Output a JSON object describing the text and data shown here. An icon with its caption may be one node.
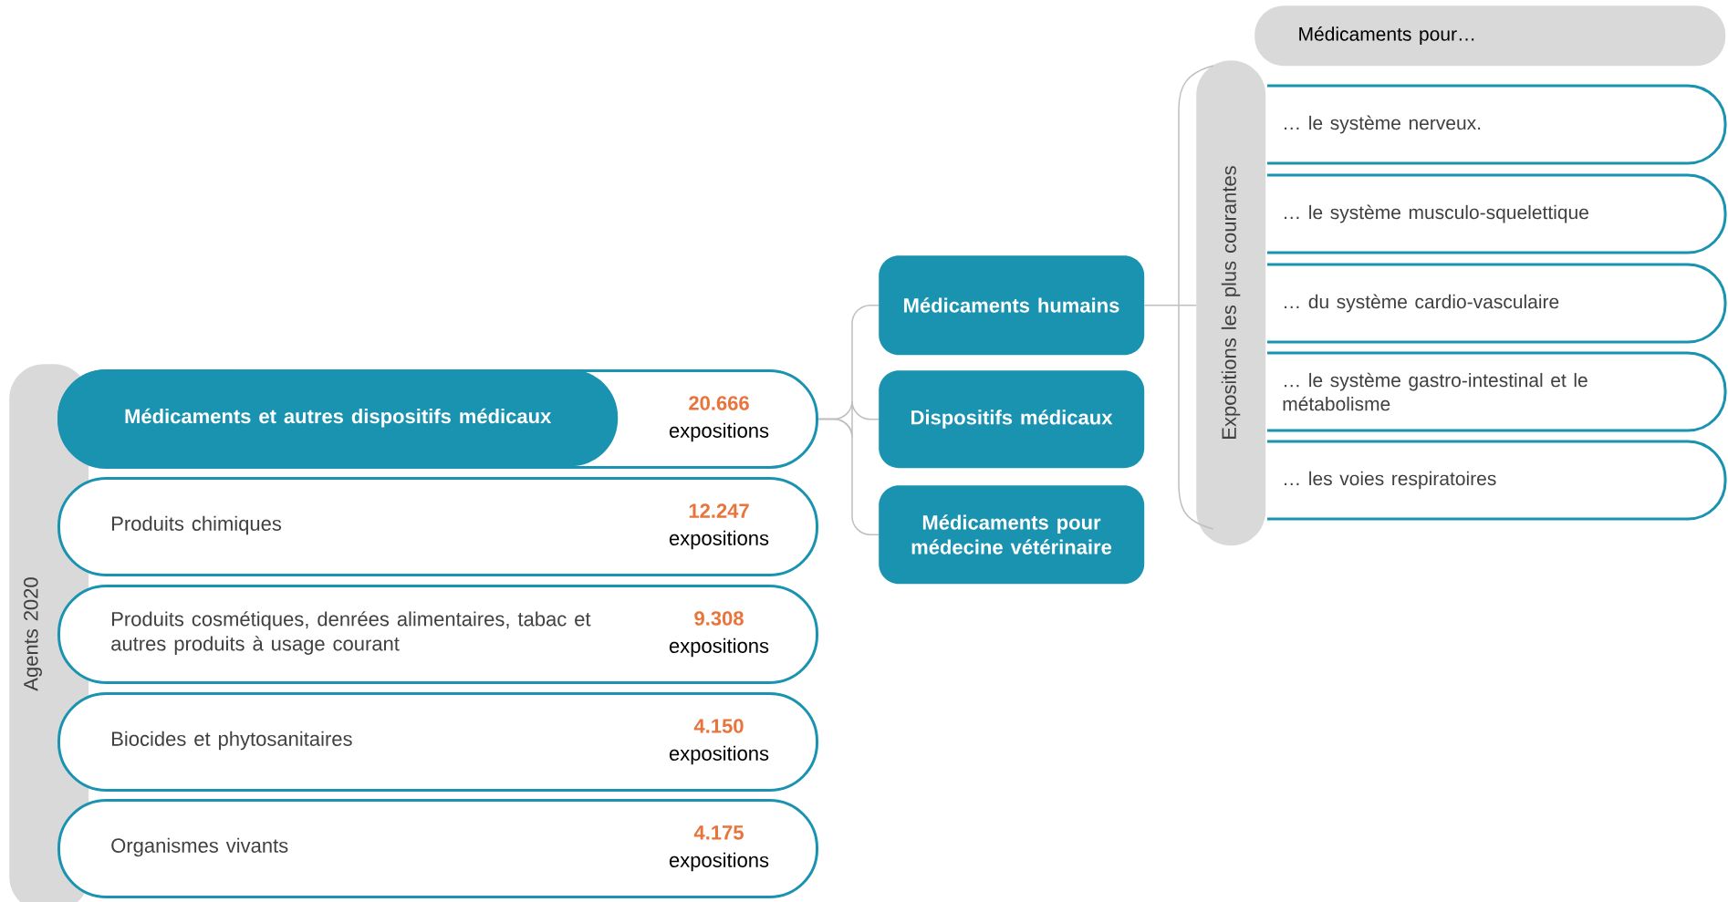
{
  "diagram": {
    "nodes": [
      {
        "text": [
          "Agents 2020"
        ]
      },
      {
        "text": [
          "20.666",
          "expositions"
        ]
      },
      {
        "text": [
          "Médicaments et autres dispositifs médicaux"
        ],
        "in": 1
      },
      {
        "text": [
          "Produits chimiques",
          "12.247",
          "expositions"
        ]
      },
      {
        "text": [
          "Produits cosmétiques, denrées alimentaires, tabac et autres produits à usage courant",
          "9.308",
          "expositions"
        ]
      },
      {
        "text": [
          "Biocides et phytosanitaires",
          "4.150",
          "expositions"
        ]
      },
      {
        "text": [
          "Organismes vivants",
          "4.175",
          "expositions"
        ]
      },
      {
        "text": [
          "Médicaments humains"
        ]
      },
      {
        "text": [
          "Dispositifs médicaux"
        ]
      },
      {
        "text": [
          "Médicaments pour médecine vétérinaire"
        ]
      },
      {
        "text": [
          "Expositions les plus courantes"
        ]
      },
      {
        "text": [
          "Médicaments pour…"
        ]
      },
      {
        "text": [
          "… le système nerveux."
        ]
      },
      {
        "text": [
          "… le système musculo-squelettique"
        ]
      },
      {
        "text": [
          "… du système cardio-vasculaire"
        ]
      },
      {
        "text": [
          "… le système gastro-intestinal et le métabolisme"
        ]
      },
      {
        "text": [
          "… les voies respiratoires"
        ]
      }
    ],
    "edges": [
      {
        "from": 1,
        "to": 7,
        "arrow": "none"
      },
      {
        "from": 1,
        "to": 8,
        "arrow": "none"
      },
      {
        "from": 1,
        "to": 9,
        "arrow": "none"
      },
      {
        "from": 7,
        "to": 10,
        "arrow": "none"
      }
    ]
  }
}
